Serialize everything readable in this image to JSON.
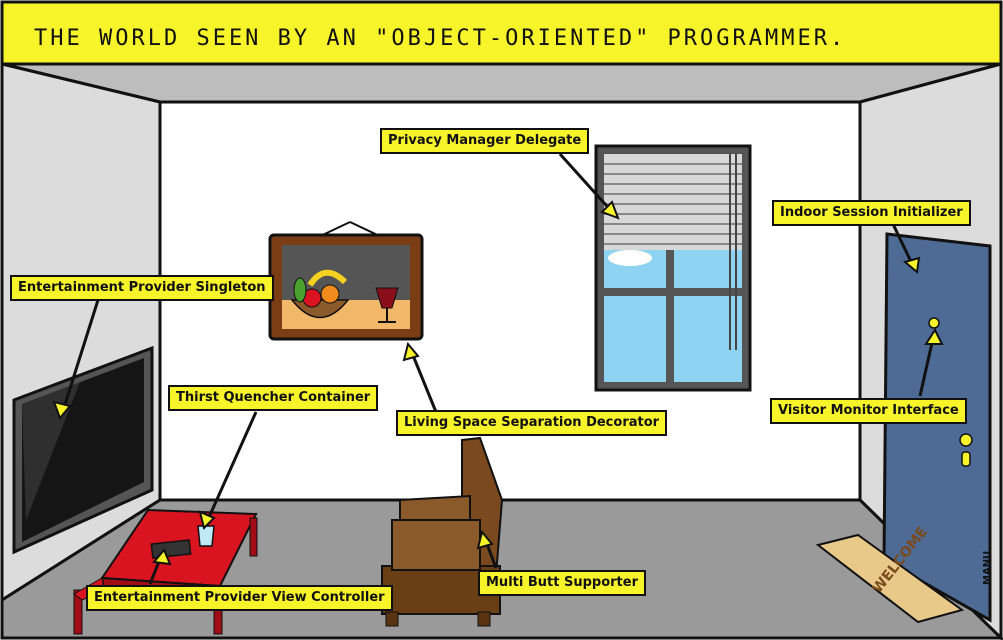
{
  "title": "THE WORLD SEEN BY AN \"OBJECT-ORIENTED\" PROGRAMMER.",
  "labels": {
    "privacy": "Privacy Manager Delegate",
    "indoor": "Indoor Session Initializer",
    "entertainment": "Entertainment Provider Singleton",
    "thirst": "Thirst Quencher Container",
    "living": "Living Space Separation Decorator",
    "visitor": "Visitor Monitor Interface",
    "multibutt": "Multi Butt Supporter",
    "remote": "Entertainment Provider View Controller"
  },
  "doormat_text": "WELCOME",
  "signature": "MANU",
  "colors": {
    "banner": "#f7f42a",
    "wall": "#ffffff",
    "side_wall": "#dcdcdc",
    "ceiling": "#bdbdbd",
    "floor": "#9a9a9a",
    "door": "#4d6b94",
    "table": "#d9131f",
    "sofa": "#7a4a1e",
    "sky": "#8fd3f2"
  },
  "icons": [
    "tv-screen",
    "framed-painting",
    "window-with-blinds",
    "door",
    "coffee-table",
    "remote-control",
    "glass",
    "sofa",
    "doormat",
    "peephole",
    "door-knob"
  ]
}
